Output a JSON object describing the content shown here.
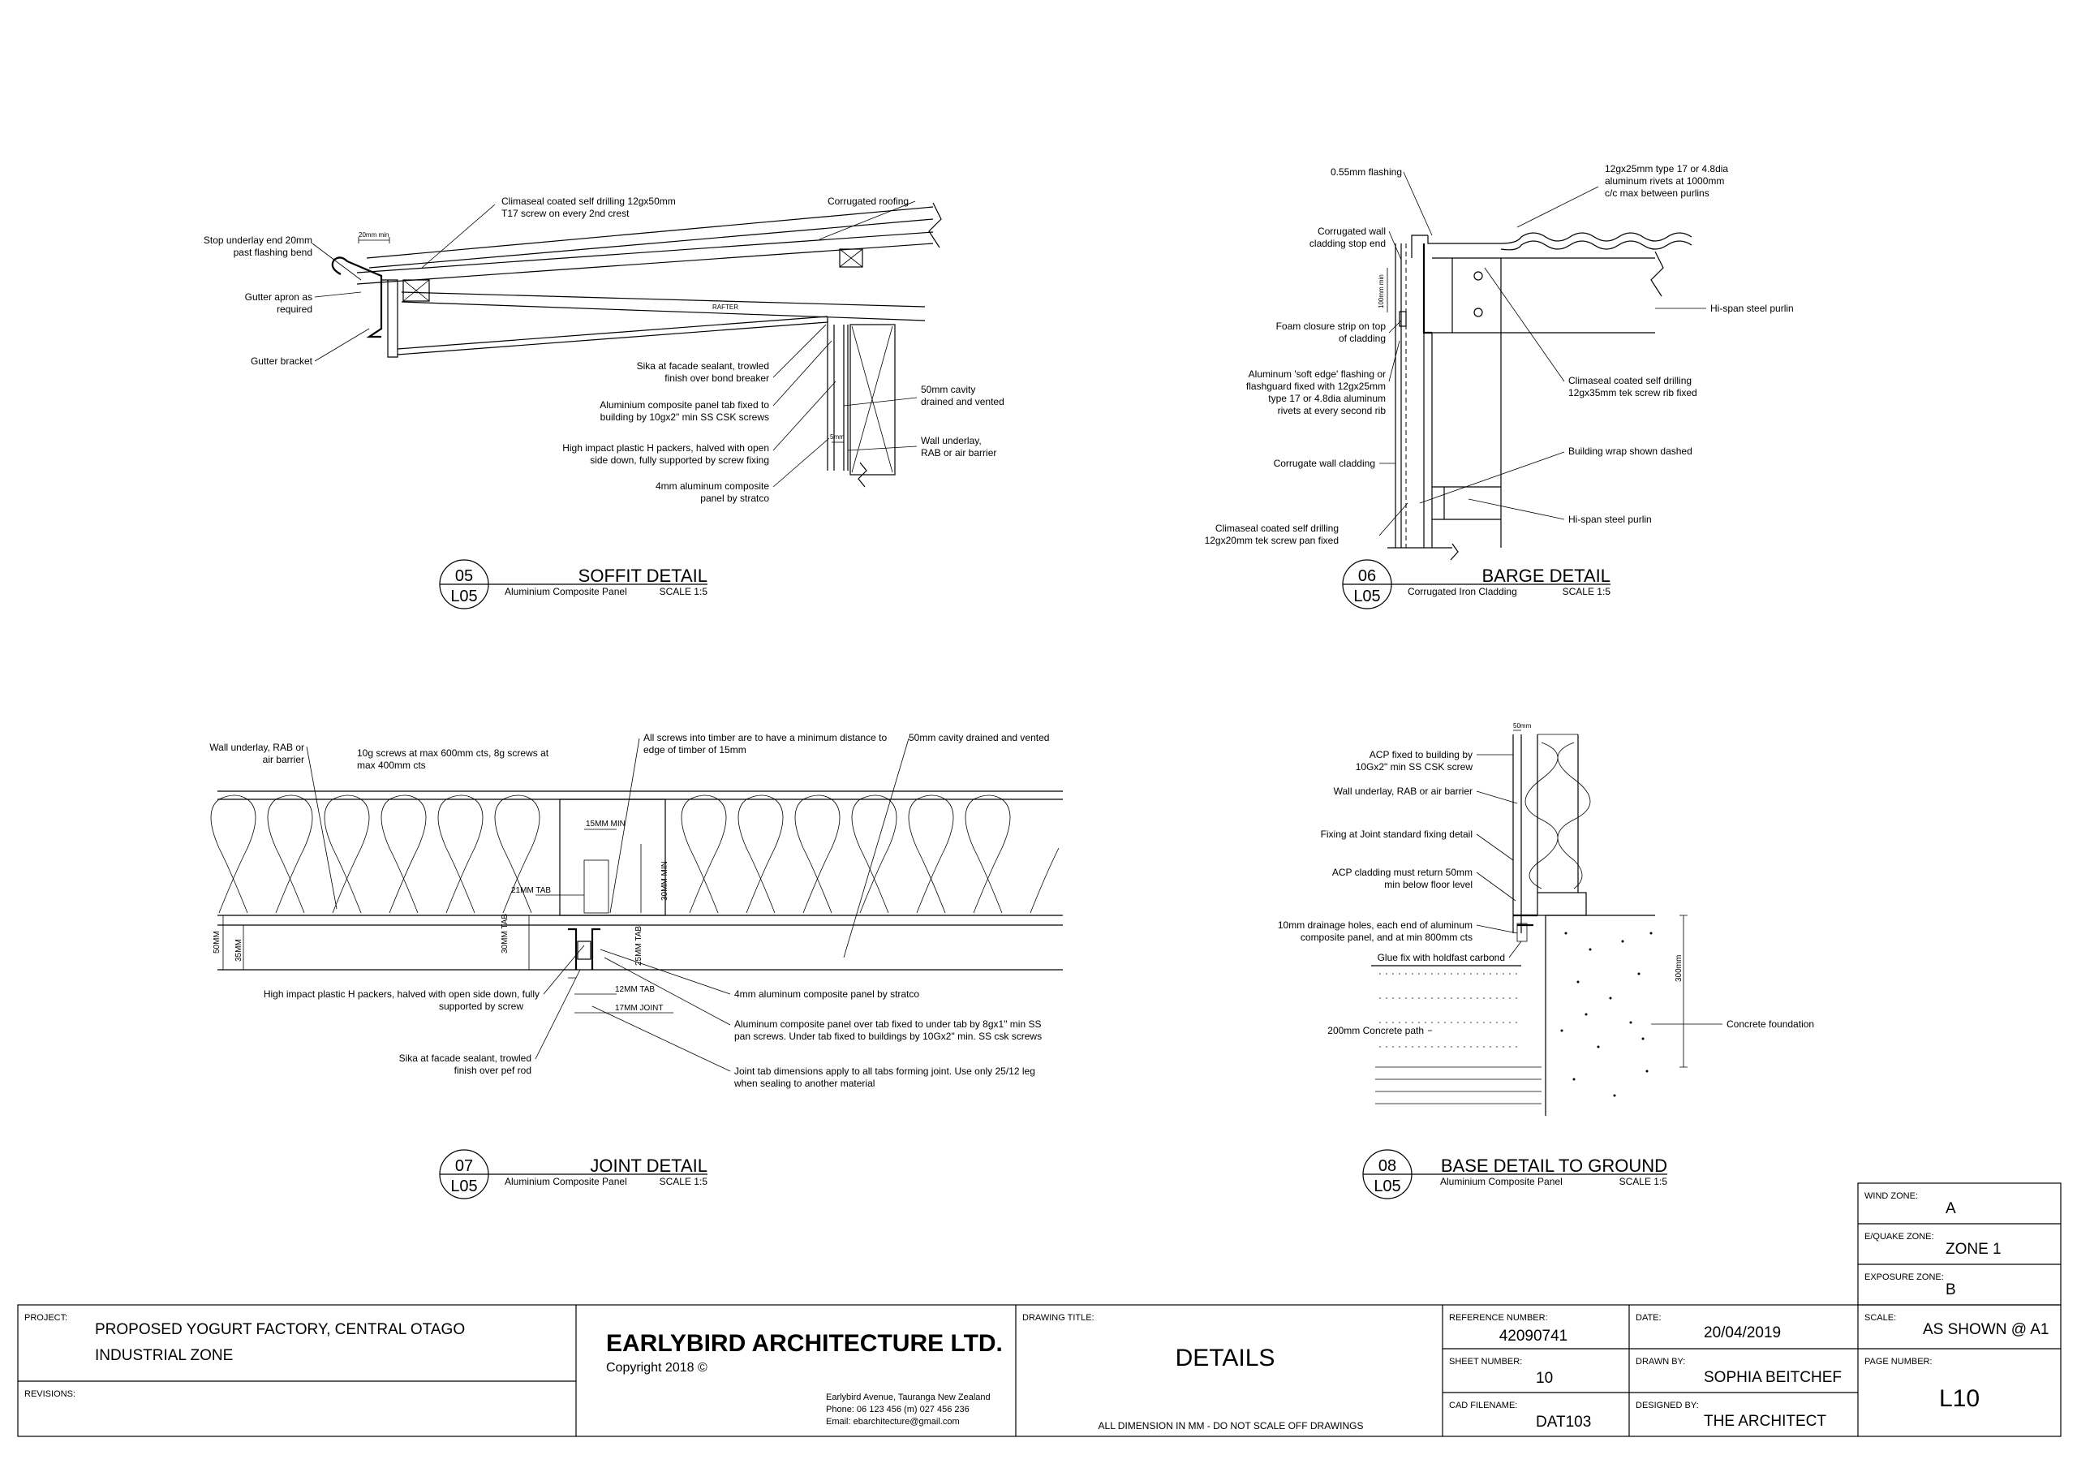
{
  "details": [
    {
      "id": "soffit",
      "number": "05",
      "sheet_ref": "L05",
      "title": "SOFFIT DETAIL",
      "subtitle": "Aluminium Composite Panel",
      "scale": "SCALE 1:5",
      "labels": [
        "Climaseal coated self drilling 12gx50mm",
        "T17 screw on every 2nd crest",
        "Corrugated roofing",
        "Stop underlay end 20mm",
        "past flashing bend",
        "Gutter apron as",
        "required",
        "Gutter bracket",
        "RAFTER",
        "Sika at facade sealant, trowled",
        "finish over bond breaker",
        "Aluminium composite panel tab fixed to",
        "building by 10gx2\" min SS CSK screws",
        "High impact plastic H packers, halved with open",
        "side down, fully supported by screw fixing",
        "4mm aluminum composite",
        "panel by stratco",
        "50mm cavity",
        "drained and vented",
        "Wall underlay,",
        "RAB or air barrier",
        "20mm min"
      ]
    },
    {
      "id": "barge",
      "number": "06",
      "sheet_ref": "L05",
      "title": "BARGE DETAIL",
      "subtitle": "Corrugated Iron Cladding",
      "scale": "SCALE 1:5",
      "labels": [
        "0.55mm flashing",
        "12gx25mm type 17 or 4.8dia",
        "aluminum rivets at 1000mm",
        "c/c max between purlins",
        "Corrugated wall",
        "cladding stop end",
        "Hi-span steel purlin",
        "Foam closure strip on top",
        "of cladding",
        "Aluminum 'soft edge' flashing or",
        "flashguard fixed with 12gx25mm",
        "type 17 or 4.8dia aluminum",
        "rivets at every second rib",
        "Climaseal coated self drilling",
        "12gx35mm tek screw rib fixed",
        "Corrugate wall cladding",
        "Building wrap shown dashed",
        "Hi-span steel purlin",
        "Climaseal coated self drilling",
        "12gx20mm tek screw pan fixed",
        "100mm min"
      ]
    },
    {
      "id": "joint",
      "number": "07",
      "sheet_ref": "L05",
      "title": "JOINT DETAIL",
      "subtitle": "Aluminium Composite Panel",
      "scale": "SCALE 1:5",
      "labels": [
        "Wall underlay, RAB or",
        "air barrier",
        "10g screws at max 600mm cts, 8g screws at",
        "max 400mm cts",
        "All screws into timber are to have a minimum distance to",
        "edge of timber of 15mm",
        "50mm cavity drained and vented",
        "15MM MIN",
        "21MM TAB",
        "30MM MIN",
        "30MM TAB",
        "25MM TAB",
        "12MM TAB",
        "17MM JOINT",
        "50MM",
        "35MM",
        "High impact plastic H packers, halved with open side down, fully",
        "supported by screw",
        "4mm aluminum composite panel by stratco",
        "Aluminum composite panel over tab fixed to under tab by 8gx1\" min SS",
        "pan screws. Under tab fixed to buildings by 10Gx2\" min. SS csk screws",
        "Sika at facade sealant, trowled",
        "finish over pef rod",
        "Joint tab dimensions apply to all tabs forming joint. Use only 25/12 leg",
        "when sealing to another material"
      ]
    },
    {
      "id": "base",
      "number": "08",
      "sheet_ref": "L05",
      "title": "BASE DETAIL TO GROUND",
      "subtitle": "Aluminium Composite Panel",
      "scale": "SCALE 1:5",
      "labels": [
        "ACP fixed to building by",
        "10Gx2\" min SS CSK screw",
        "Wall underlay, RAB or air barrier",
        "Fixing at Joint standard fixing detail",
        "ACP cladding must return 50mm",
        "min below floor level",
        "10mm drainage holes, each end of aluminum",
        "composite panel, and at min 800mm cts",
        "Glue fix with holdfast carbond",
        "200mm Concrete path",
        "Concrete foundation",
        "300mm",
        "50mm"
      ]
    }
  ],
  "zones": {
    "wind_label": "WIND ZONE:",
    "wind_value": "A",
    "quake_label": "E/QUAKE ZONE:",
    "quake_value": "ZONE 1",
    "exposure_label": "EXPOSURE ZONE:",
    "exposure_value": "B"
  },
  "title_block": {
    "project_label": "PROJECT:",
    "project_line1": "PROPOSED YOGURT FACTORY, CENTRAL OTAGO",
    "project_line2": "INDUSTRIAL ZONE",
    "revisions_label": "REVISIONS:",
    "firm_name": "EARLYBIRD ARCHITECTURE LTD.",
    "copyright": "Copyright 2018 ©",
    "address": "Earlybird Avenue, Tauranga New Zealand",
    "phone": "Phone: 06 123 456 (m) 027 456 236",
    "email": "Email:   ebarchitecture@gmail.com",
    "drawing_title_label": "DRAWING TITLE:",
    "drawing_title": "DETAILS",
    "note": "ALL DIMENSION IN MM - DO NOT SCALE OFF DRAWINGS",
    "reference_label": "REFERENCE NUMBER:",
    "reference_value": "42090741",
    "sheet_label": "SHEET NUMBER:",
    "sheet_value": "10",
    "cad_label": "CAD FILENAME:",
    "cad_value": "DAT103",
    "date_label": "DATE:",
    "date_value": "20/04/2019",
    "drawn_label": "DRAWN BY:",
    "drawn_value": "SOPHIA BEITCHEF",
    "designed_label": "DESIGNED BY:",
    "designed_value": "THE ARCHITECT",
    "scale_label": "SCALE:",
    "scale_value": "AS SHOWN @ A1",
    "page_label": "PAGE NUMBER:",
    "page_value": "L10"
  }
}
